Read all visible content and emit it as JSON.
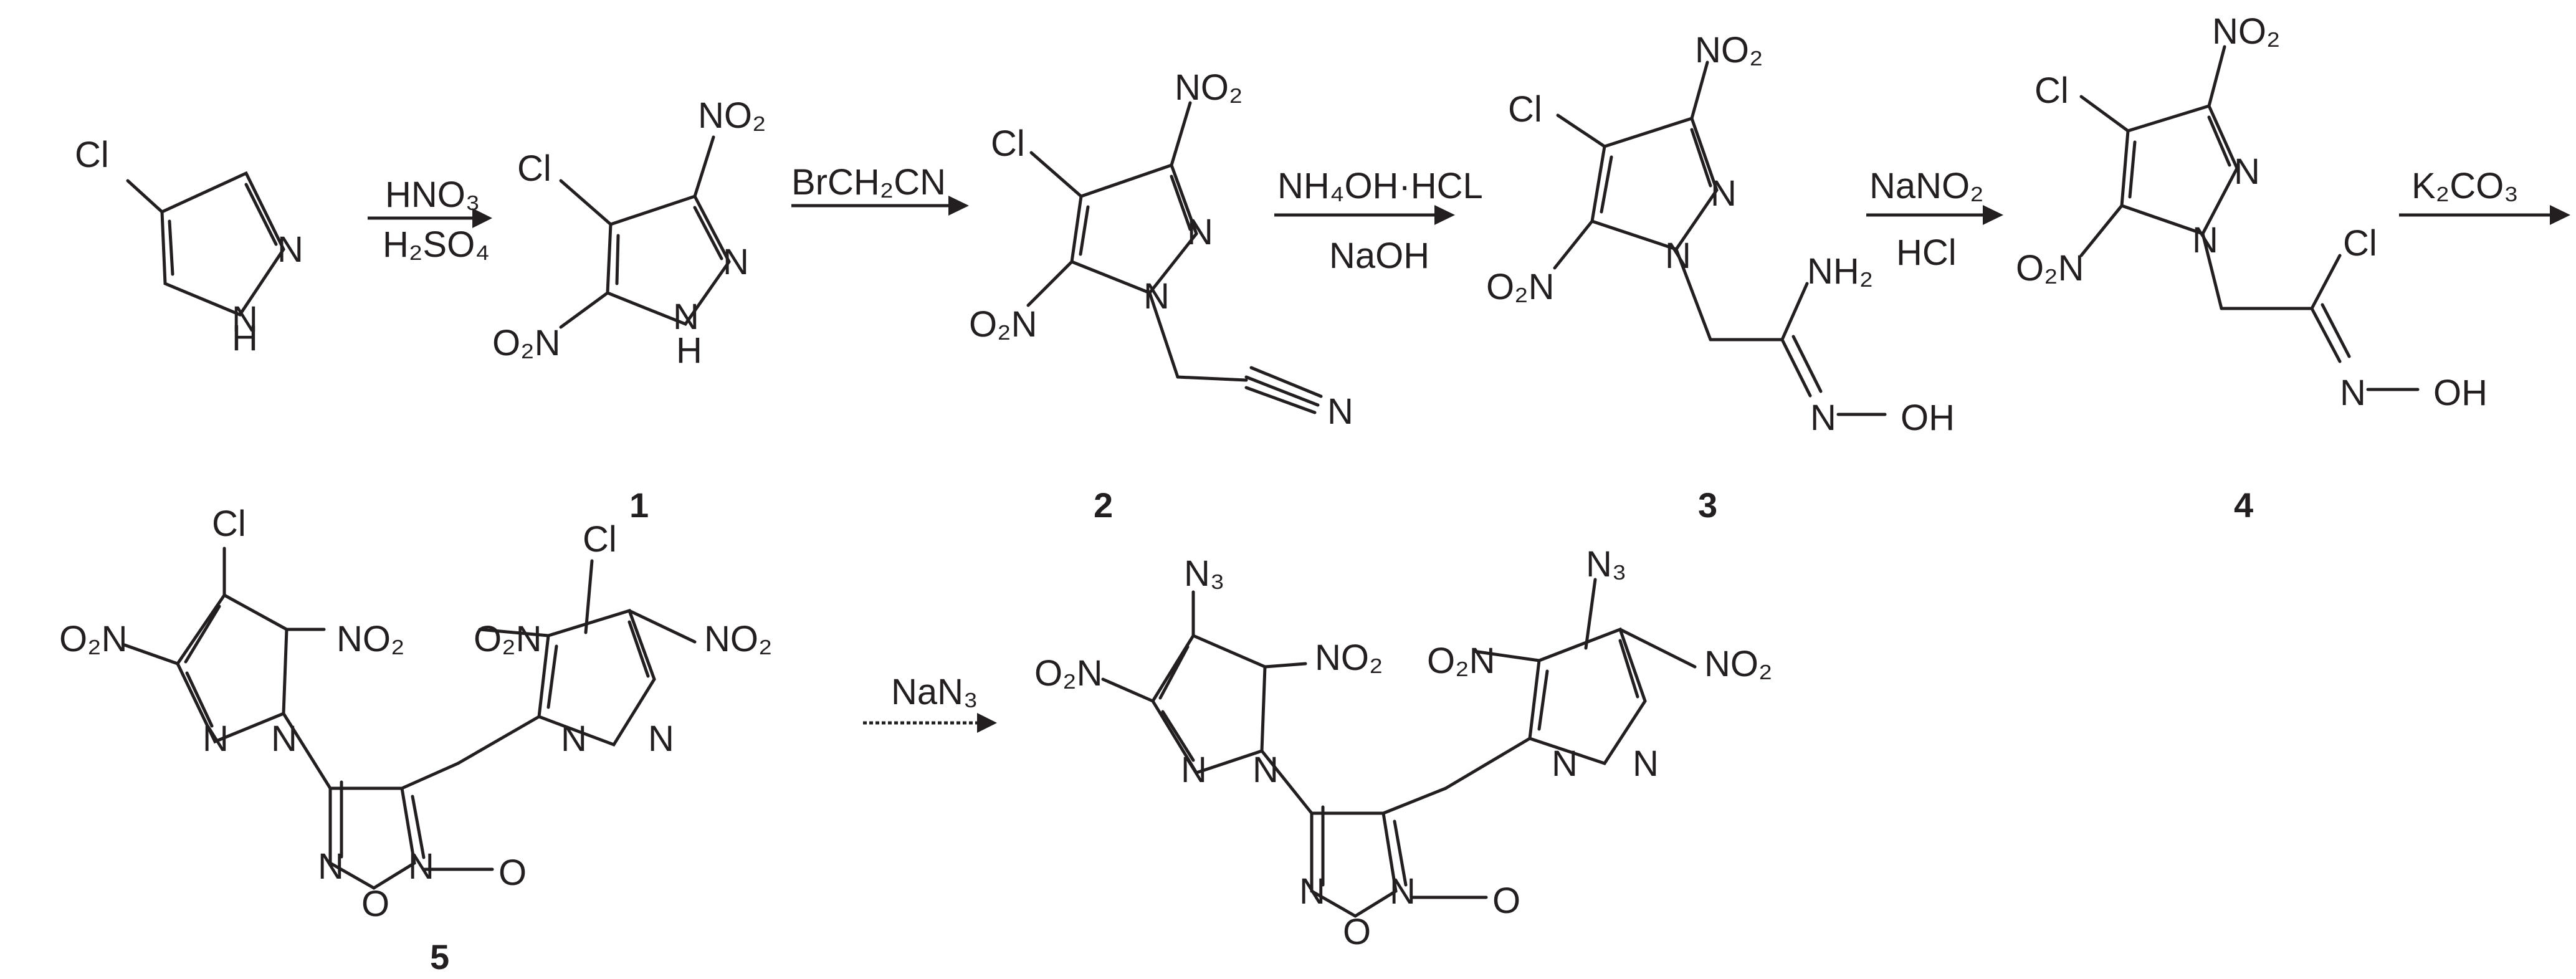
{
  "compounds": [
    {
      "id": "1",
      "label": "1"
    },
    {
      "id": "2",
      "label": "2"
    },
    {
      "id": "3",
      "label": "3"
    },
    {
      "id": "4",
      "label": "4"
    },
    {
      "id": "5",
      "label": "5"
    },
    {
      "id": "6",
      "label": ""
    }
  ],
  "reagents": [
    {
      "above": "HNO₃",
      "below": "H₂SO₄"
    },
    {
      "above": "BrCH₂CN",
      "below": ""
    },
    {
      "above": "NH₄OH·HCL",
      "below": "NaOH"
    },
    {
      "above": "NaNO₂",
      "below": "HCl"
    },
    {
      "above": "K₂CO₃",
      "below": ""
    },
    {
      "above": "NaN₃",
      "below": ""
    }
  ],
  "atoms": {
    "Cl": "Cl",
    "N": "N",
    "H": "H",
    "NH": "NH",
    "O": "O",
    "OH": "OH",
    "NO2": "NO₂",
    "O2N": "O₂N",
    "NH2": "NH₂",
    "N3": "N₃"
  }
}
